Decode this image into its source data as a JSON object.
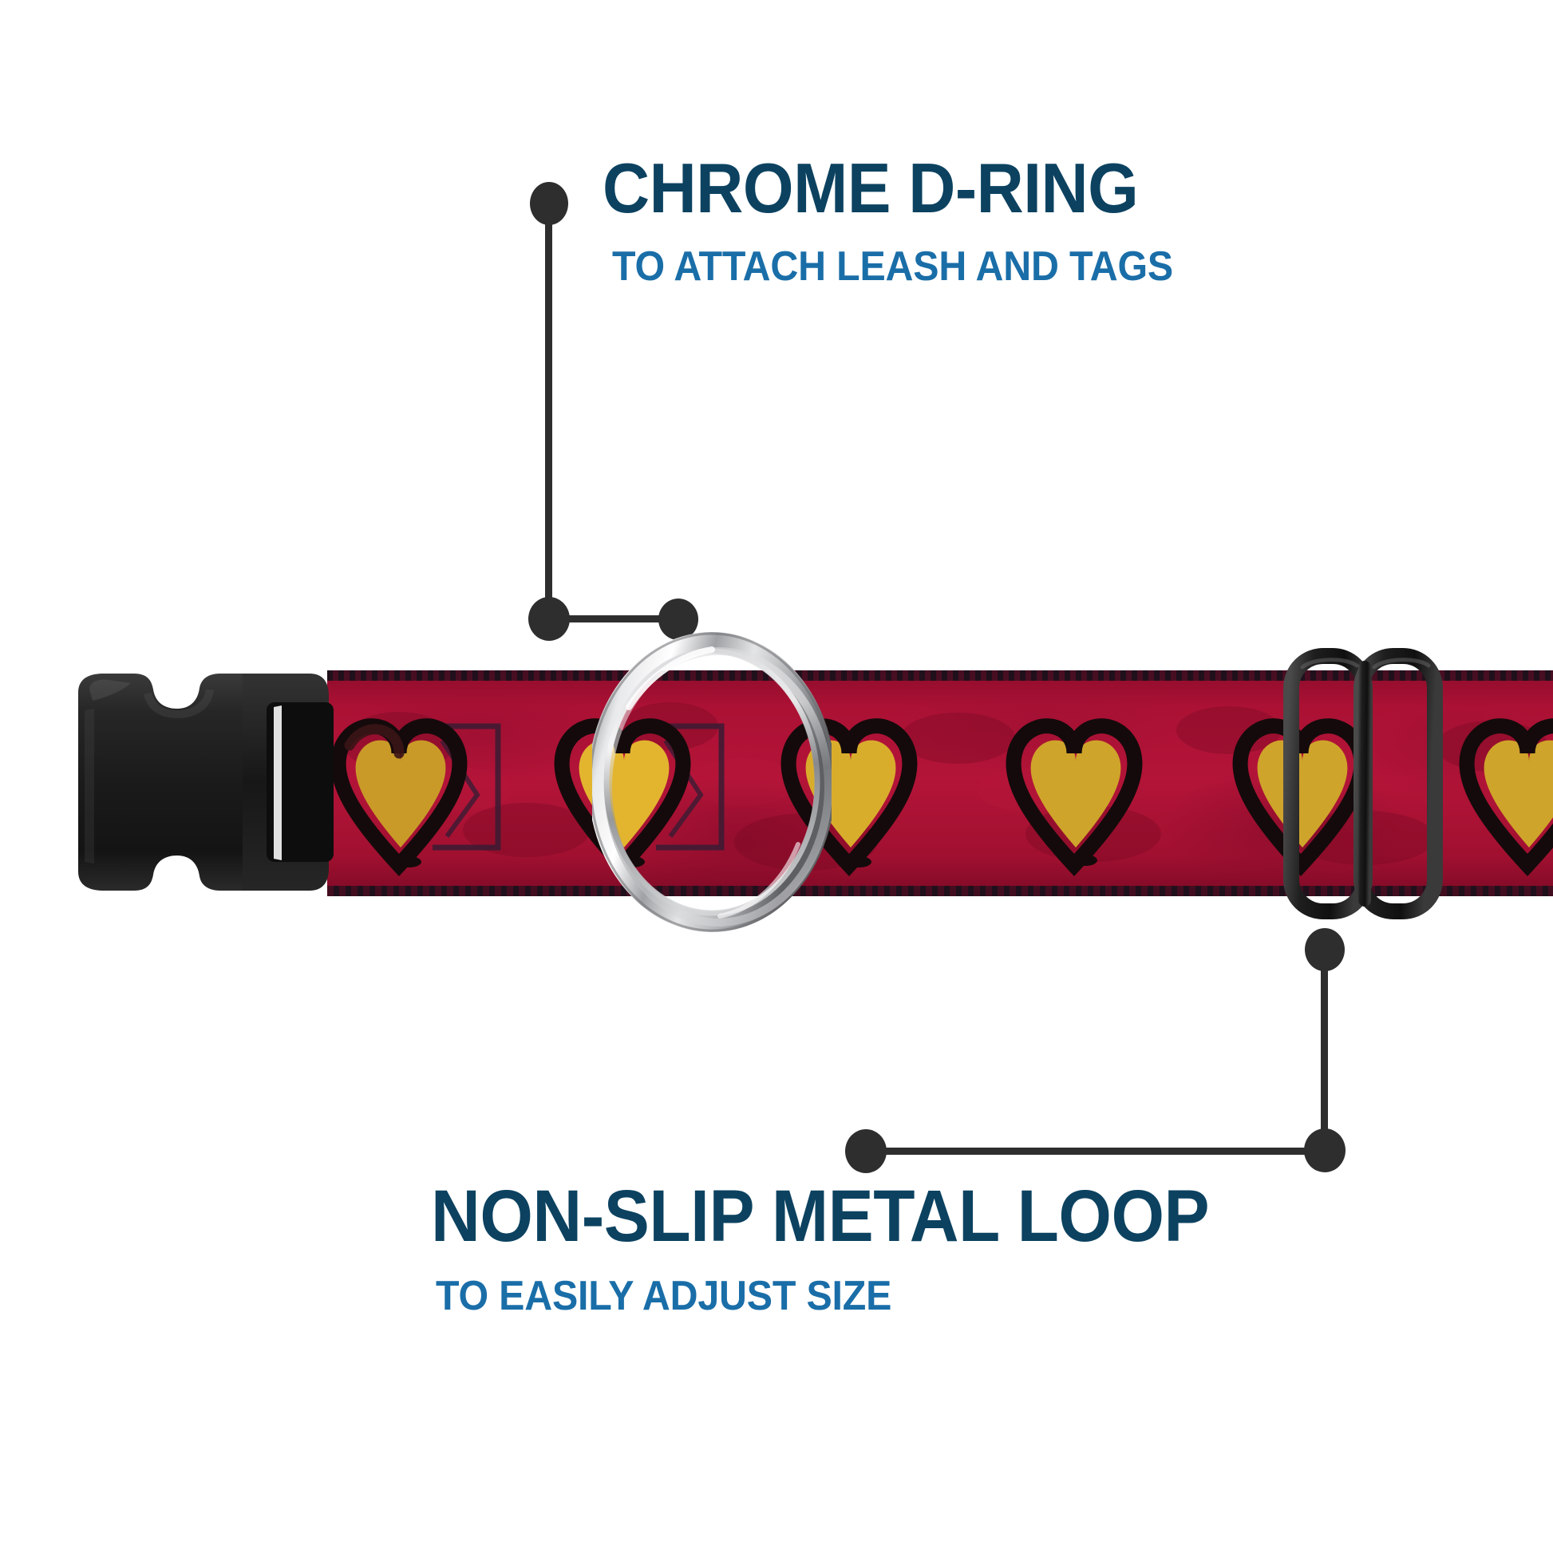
{
  "page": {
    "kind": "product-feature-infographic",
    "background_color": "#ffffff",
    "product": "dog collar"
  },
  "palette": {
    "title_navy": "#0c4260",
    "subtitle_blue": "#1a6ea8",
    "leader_dark": "#2e2e2e",
    "webbing_red": "#a61032",
    "webbing_red_dark": "#7d0a26",
    "heart_gold": "#c99a28",
    "heart_outline_black": "#150b0c",
    "buckle_black": "#1b1b1b",
    "chrome_silver": "#c9cacb",
    "motif_square_purple": "#3a1b33"
  },
  "callouts": [
    {
      "id": "chrome-d-ring",
      "title": "CHROME D-RING",
      "subtitle": "TO ATTACH LEASH AND TAGS",
      "points_to": "d-ring",
      "leader_shape": "vertical-then-right"
    },
    {
      "id": "non-slip-metal-loop",
      "title": "NON-SLIP METAL LOOP",
      "subtitle": "TO EASILY ADJUST SIZE",
      "points_to": "slider-loop",
      "leader_shape": "vertical-then-left"
    }
  ],
  "collar": {
    "webbing_pattern_name": "black-brush-hearts-with-gold-fill",
    "heart_count_visible": 5,
    "hardware": [
      {
        "name": "side-release-buckle",
        "material": "black plastic",
        "position": "left-end"
      },
      {
        "name": "d-ring",
        "material": "chrome metal",
        "position": "left-of-center"
      },
      {
        "name": "slider-loop",
        "material": "black metal tri-glide",
        "position": "right-of-center"
      }
    ]
  }
}
